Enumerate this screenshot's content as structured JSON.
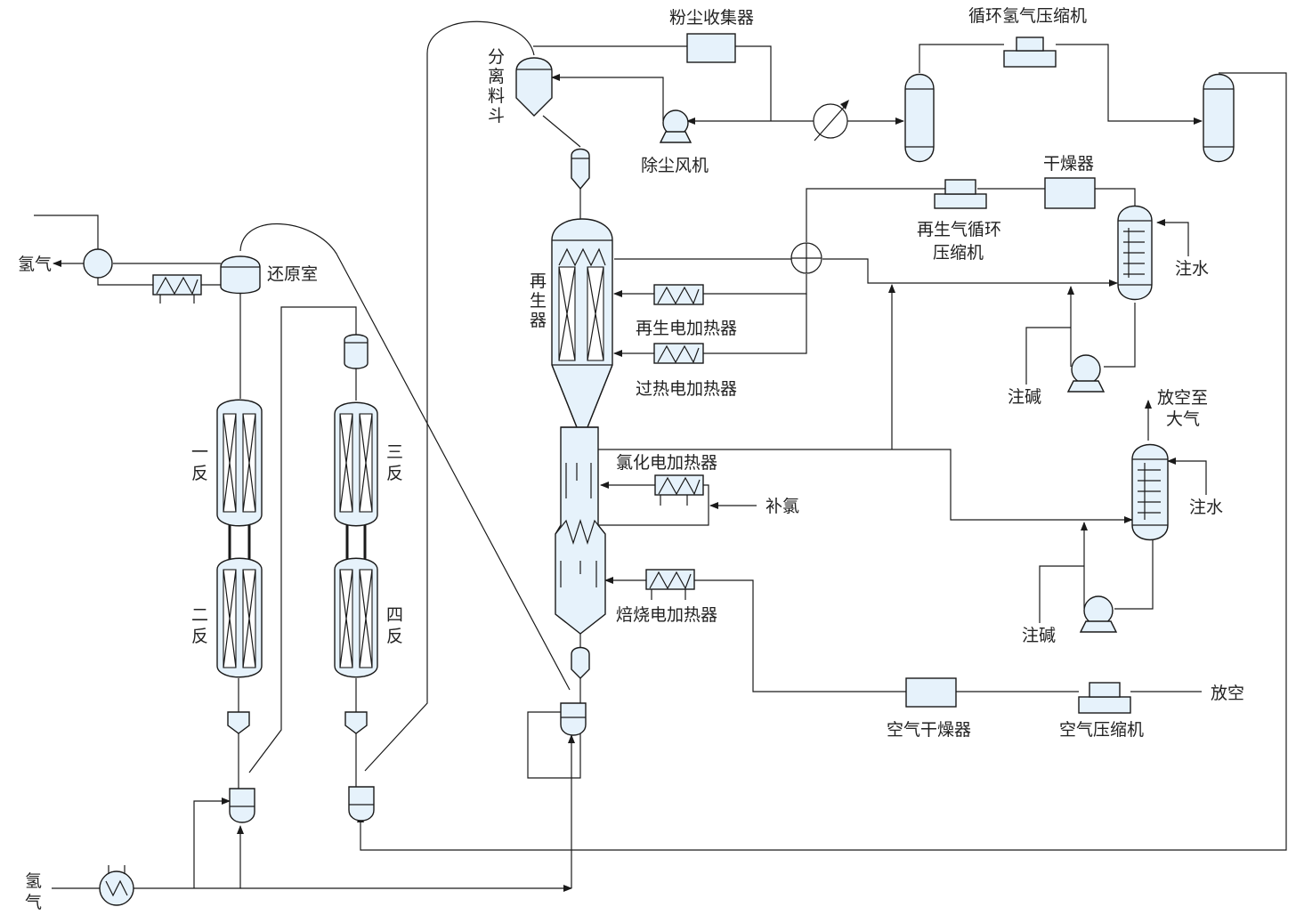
{
  "labels": {
    "hydrogen_top": "氢气",
    "hydrogen_bottom_1": "氢",
    "hydrogen_bottom_2": "气",
    "reduction_chamber": "还原室",
    "reactor1": [
      "一",
      "反"
    ],
    "reactor2": [
      "二",
      "反"
    ],
    "reactor3": [
      "三",
      "反"
    ],
    "reactor4": [
      "四",
      "反"
    ],
    "separation_hopper": [
      "分",
      "离",
      "料",
      "斗"
    ],
    "regenerator": [
      "再",
      "生",
      "器"
    ],
    "dust_collector": "粉尘收集器",
    "dust_fan": "除尘风机",
    "recycle_h2_compressor": "循环氢气压缩机",
    "dryer": "干燥器",
    "regen_gas_compressor_1": "再生气循环",
    "regen_gas_compressor_2": "压缩机",
    "regen_heater": "再生电加热器",
    "superheat_heater": "过热电加热器",
    "chlorination_heater": "氯化电加热器",
    "makeup_chlorine": "补氯",
    "calcination_heater": "焙烧电加热器",
    "water_injection_1": "注水",
    "water_injection_2": "注水",
    "caustic_injection_1": "注碱",
    "caustic_injection_2": "注碱",
    "vent_atm_1": "放空至",
    "vent_atm_2": "大气",
    "air_dryer": "空气干燥器",
    "air_compressor": "空气压缩机",
    "vent": "放空"
  }
}
